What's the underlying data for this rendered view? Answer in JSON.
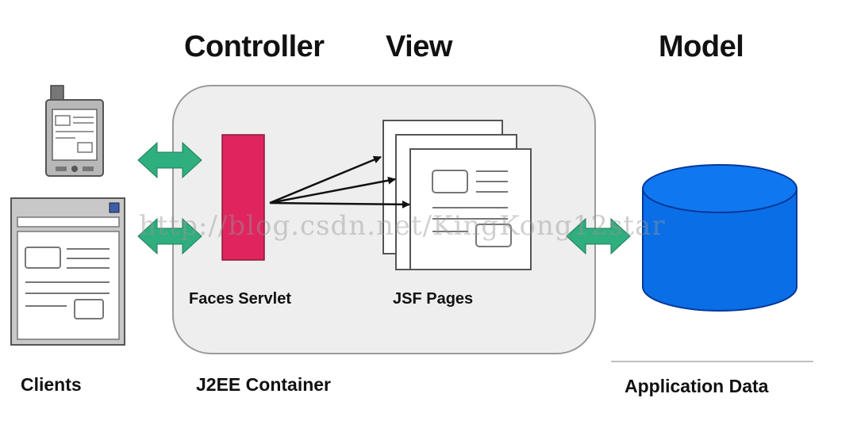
{
  "headings": {
    "controller": "Controller",
    "view": "View",
    "model": "Model"
  },
  "labels": {
    "faces_servlet": "Faces Servlet",
    "jsf_pages": "JSF Pages",
    "clients": "Clients",
    "container": "J2EE Container",
    "application_data": "Application Data"
  },
  "watermark": "http://blog.csdn.net/KingKong12star",
  "colors": {
    "servlet": "#e0245e",
    "arrow": "#2fae7e",
    "database": "#0a6ee6",
    "container_fill": "#eeeeee"
  }
}
